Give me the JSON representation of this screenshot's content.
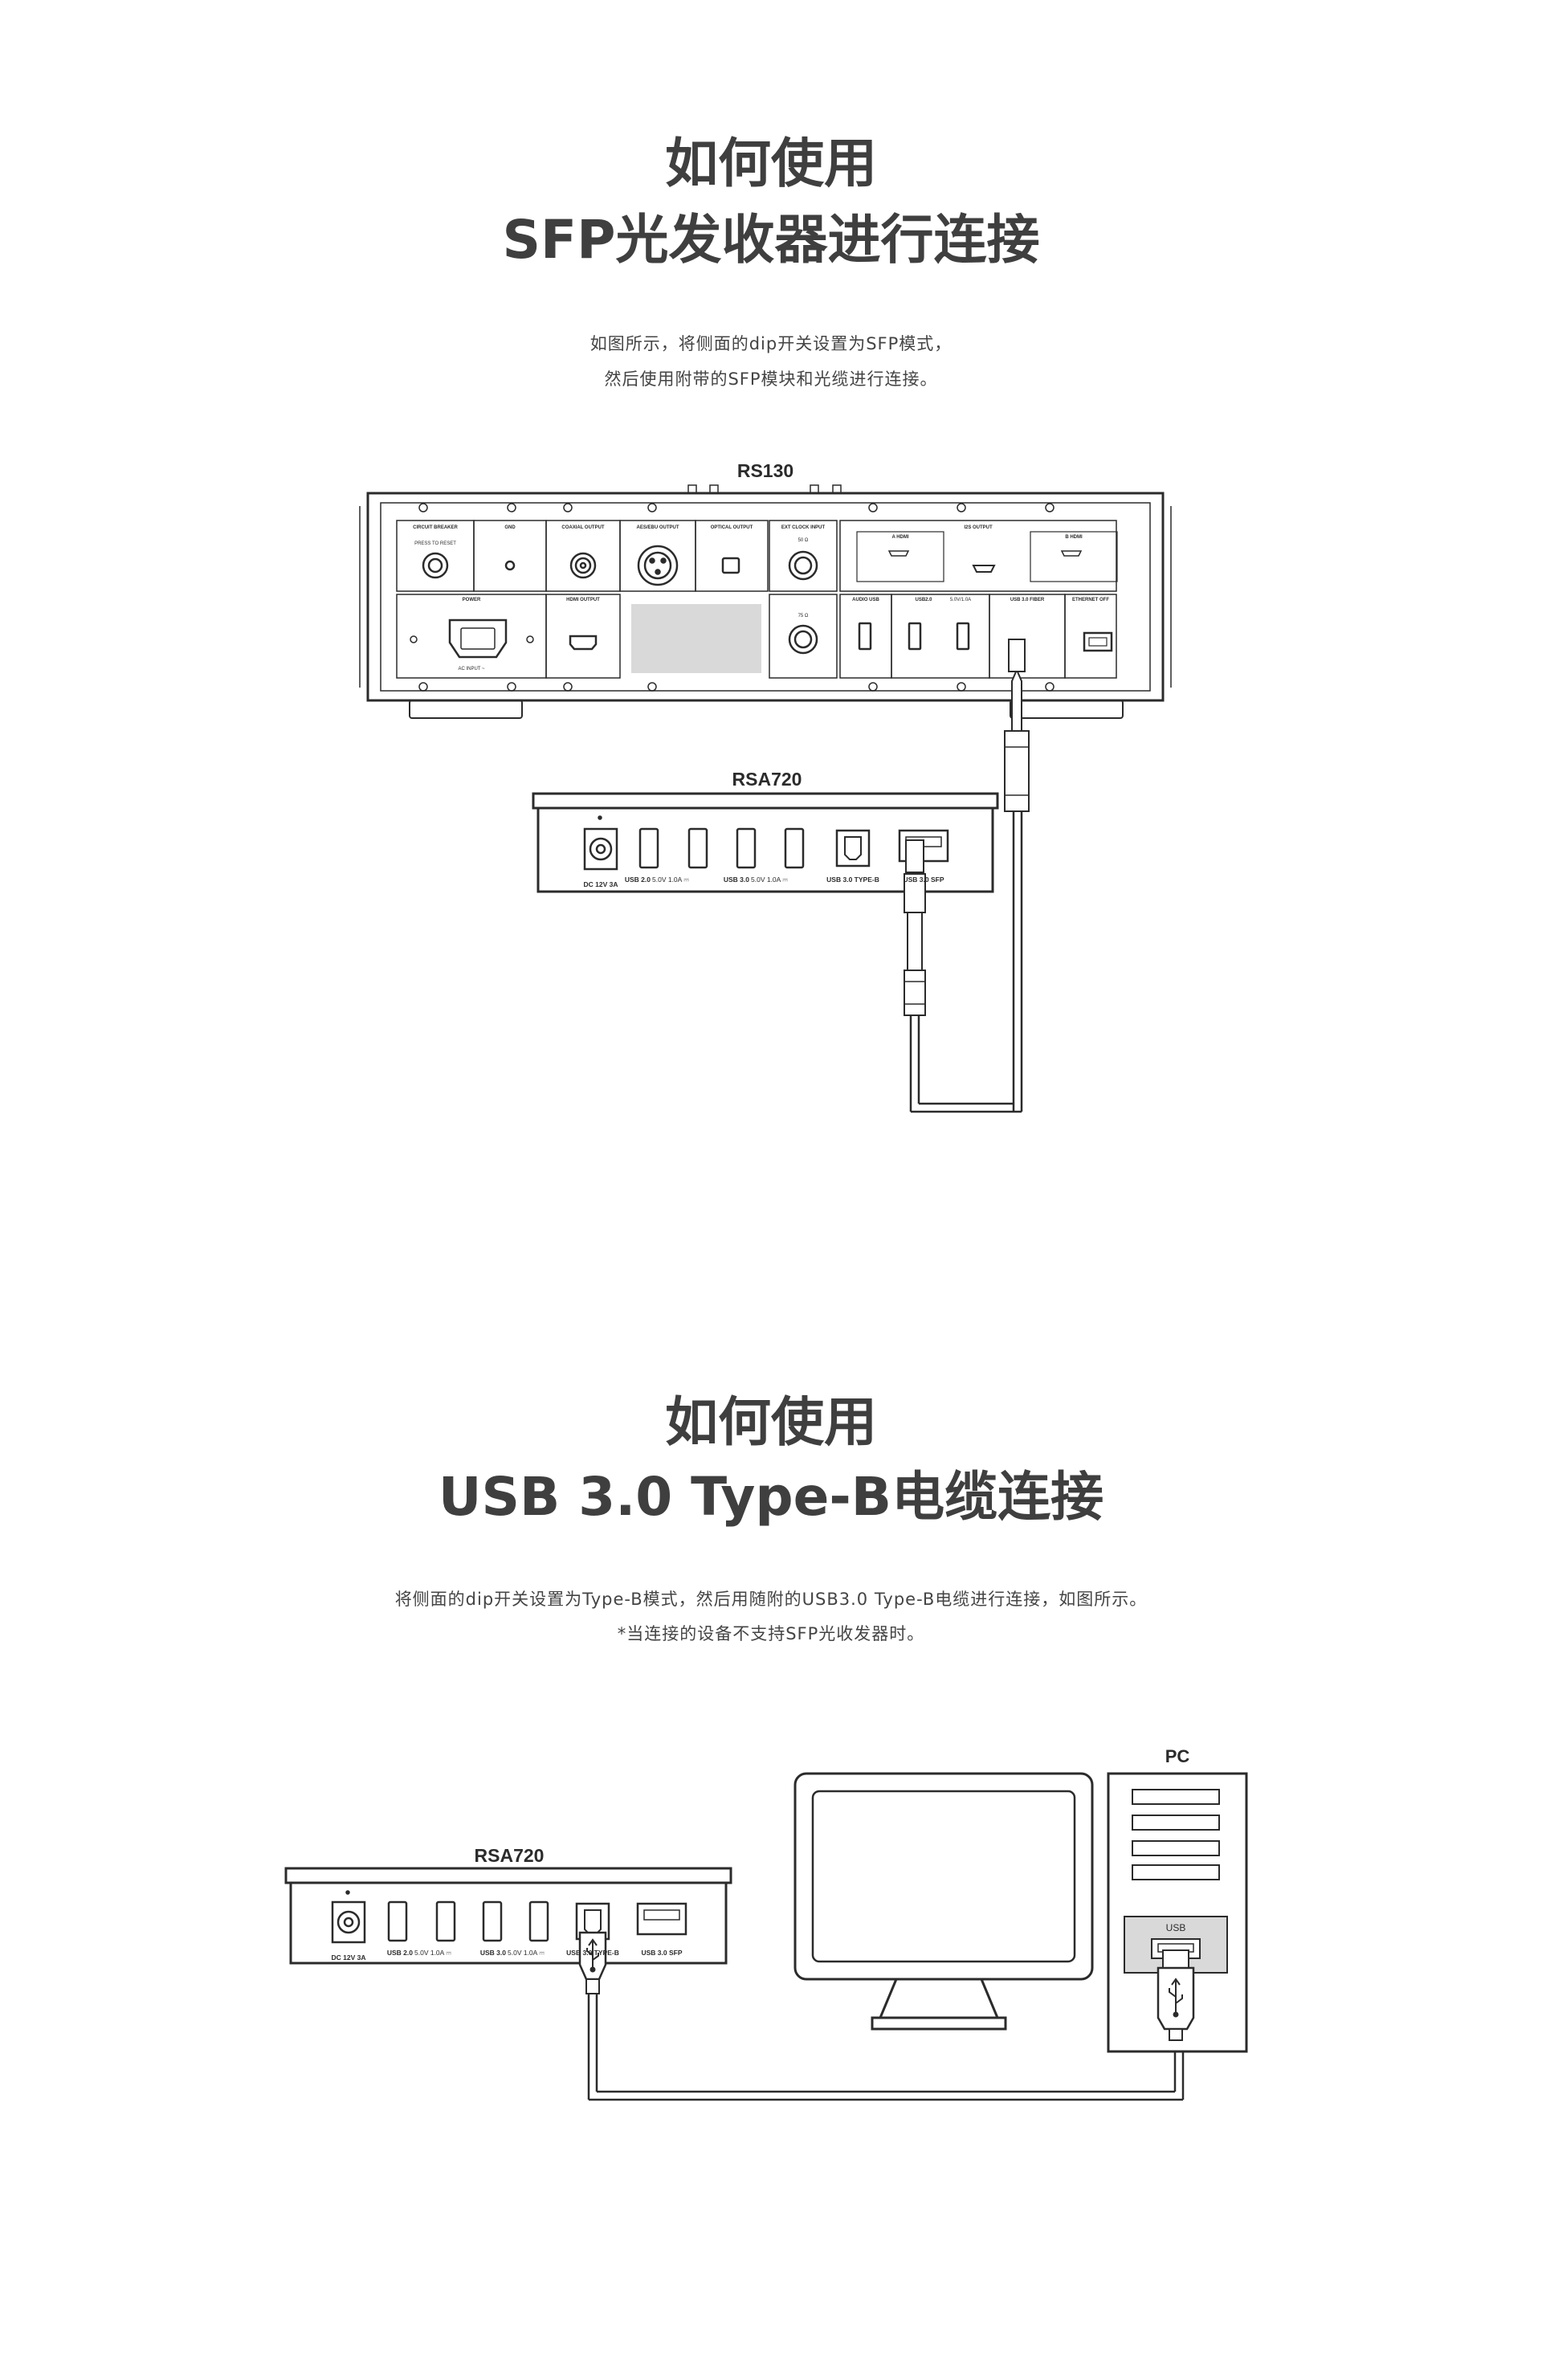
{
  "section1": {
    "title_line1": "如何使用",
    "title_line2": "SFP光发收器进行连接",
    "desc_line1": "如图所示，将侧面的dip开关设置为SFP模式，",
    "desc_line2": "然后使用附带的SFP模块和光缆进行连接。",
    "rs130": {
      "model": "RS130",
      "labels": {
        "circuit_breaker": "CIRCUIT BREAKER",
        "press_to_reset": "PRESS TO RESET",
        "gnd": "GND",
        "coaxial_output": "COAXIAL OUTPUT",
        "aes_output": "AES/EBU OUTPUT",
        "optical_output": "OPTICAL OUTPUT",
        "ext_clock_input": "EXT CLOCK INPUT",
        "ohm_50": "50 Ω",
        "ohm_75": "75 Ω",
        "i2s_output": "I2S OUTPUT",
        "a_hdmi": "A HDMI",
        "b_hdmi": "B HDMI",
        "power": "POWER",
        "ac_input": "AC INPUT ~",
        "hdmi_output": "HDMI OUTPUT",
        "audio_usb": "AUDIO USB",
        "usb_2": "USB2.0",
        "usb_2_rating": "5.0V/1.0A",
        "usb_fiber": "USB 3.0 FIBER",
        "ethernet_off": "ETHERNET OFF"
      }
    },
    "rsa720": {
      "model": "RSA720",
      "labels": {
        "dc": "DC 12V 3A",
        "usb20": "USB 2.0",
        "usb20_rating": "5.0V 1.0A ⎓",
        "usb30": "USB 3.0",
        "usb30_rating": "5.0V 1.0A ⎓",
        "usb30_typeb": "USB 3.0 TYPE-B",
        "usb30_sfp": "USB 3.0 SFP"
      }
    }
  },
  "section2": {
    "title_line1": "如何使用",
    "title_line2": "USB 3.0 Type-B电缆连接",
    "desc_line1": "将侧面的dip开关设置为Type-B模式，然后用随附的USB3.0 Type-B电缆进行连接，如图所示。",
    "desc_line2": "*当连接的设备不支持SFP光收发器时。",
    "rsa720": {
      "model": "RSA720",
      "labels": {
        "dc": "DC 12V 3A",
        "usb20": "USB 2.0",
        "usb20_rating": "5.0V 1.0A ⎓",
        "usb30": "USB 3.0",
        "usb30_rating": "5.0V 1.0A ⎓",
        "usb30_typeb": "USB 3.0 TYPE-B",
        "usb30_sfp": "USB 3.0 SFP"
      }
    },
    "pc": {
      "label": "PC",
      "usb_label": "USB"
    }
  },
  "colors": {
    "line": "#2b2b2b",
    "title": "#3f3f3f",
    "panel_fill": "#ffffff",
    "shade": "#d9d9d9"
  }
}
